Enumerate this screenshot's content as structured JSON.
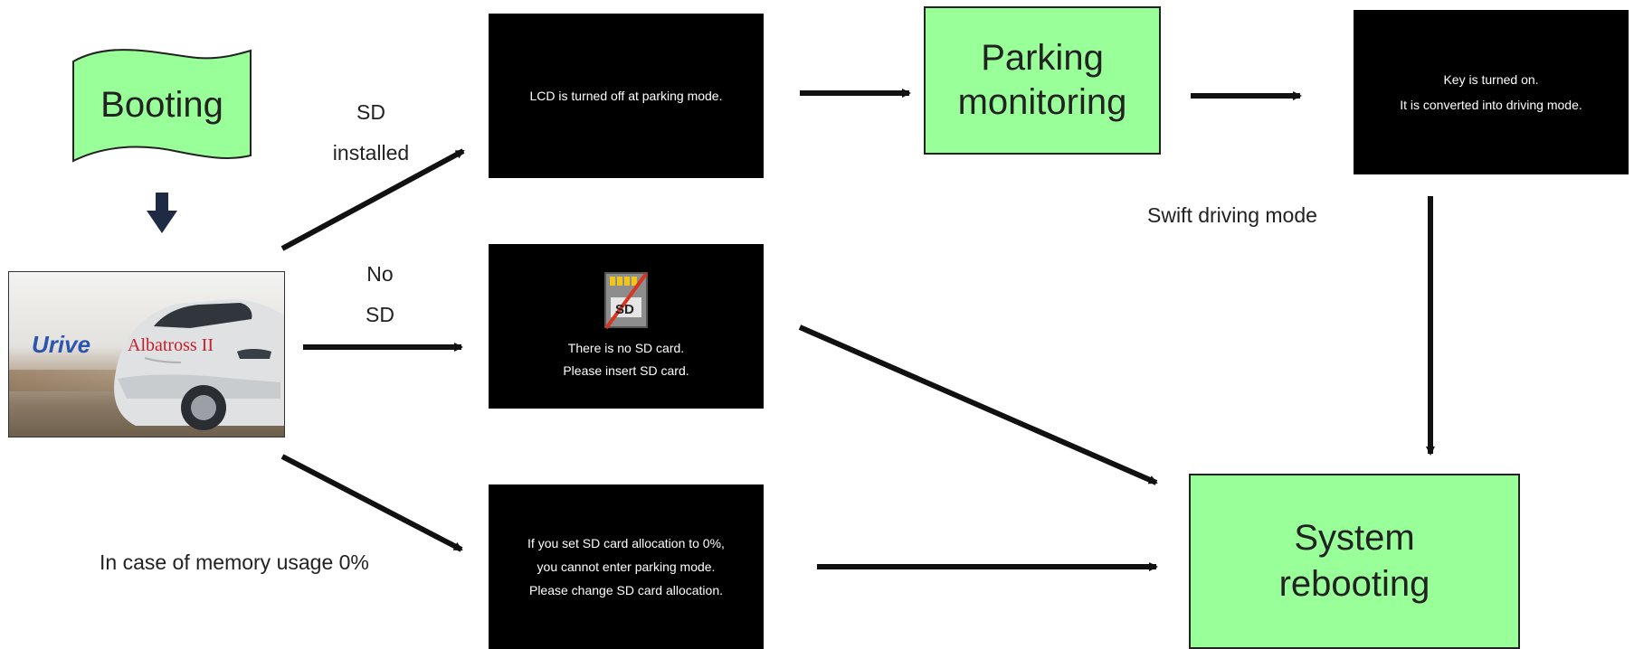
{
  "colors": {
    "node_fill": "#99ff99",
    "screen_bg": "#000000",
    "arrow": "#111111",
    "down_arrow": "#1f2a44"
  },
  "nodes": {
    "booting": "Booting",
    "parking_monitoring": [
      "Parking",
      "monitoring"
    ],
    "system_rebooting": [
      "System",
      "rebooting"
    ]
  },
  "boot_screen": {
    "logo_left": "Urive",
    "logo_right": "Albatross II"
  },
  "screens": {
    "parking_off": [
      "LCD is turned off at parking mode."
    ],
    "key_on": [
      "Key is turned on.",
      "It is converted into driving mode."
    ],
    "no_sd": [
      "There is no SD card.",
      "Please insert SD card."
    ],
    "no_sd_icon": "SD",
    "alloc_zero": [
      "If you set SD card allocation to 0%,",
      "you cannot enter parking mode.",
      "Please change SD card allocation."
    ]
  },
  "labels": {
    "sd_installed": [
      "SD",
      "installed"
    ],
    "no_sd": [
      "No",
      "SD"
    ],
    "memory_zero": "In case of memory usage 0%",
    "swift_driving": "Swift driving mode"
  }
}
